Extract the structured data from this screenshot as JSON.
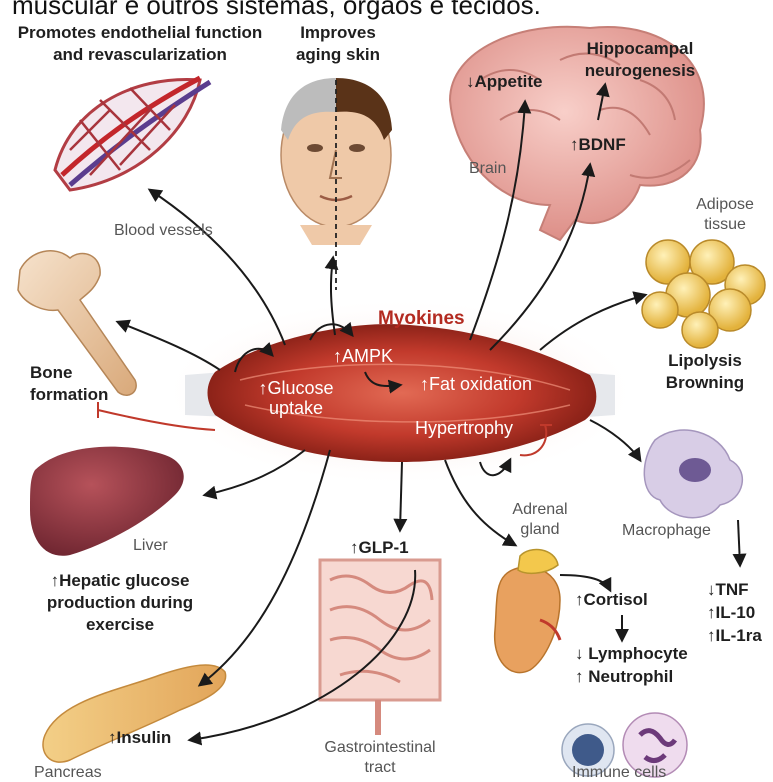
{
  "header": {
    "caption": "muscular e outros sistemas, órgãos e tecidos."
  },
  "center": {
    "myokines": "Myokines",
    "ampk": "↑AMPK",
    "glucose_uptake": "↑Glucose\nuptake",
    "fat_oxidation": "↑Fat oxidation",
    "hypertrophy": "Hypertrophy"
  },
  "blood_vessels": {
    "effect": "Promotes endothelial function\nand revascularization",
    "label": "Blood vessels"
  },
  "skin": {
    "effect": "Improves\naging skin"
  },
  "brain": {
    "appetite": "↓Appetite",
    "neurogenesis": "Hippocampal\nneurogenesis",
    "bdnf": "↑BDNF",
    "label": "Brain"
  },
  "adipose": {
    "label": "Adipose\ntissue",
    "effect": "Lipolysis\nBrowning"
  },
  "bone": {
    "effect": "Bone\nformation"
  },
  "macrophage": {
    "label": "Macrophage",
    "tnf": "↓TNF",
    "il10": "↑IL-10",
    "il1ra": "↑IL-1ra"
  },
  "liver": {
    "label": "Liver",
    "effect": "↑Hepatic glucose\nproduction during\nexercise"
  },
  "gi": {
    "glp1": "↑GLP-1",
    "label": "Gastrointestinal\ntract"
  },
  "adrenal": {
    "label": "Adrenal\ngland",
    "cortisol": "↑Cortisol",
    "lymphocyte": "↓ Lymphocyte",
    "neutrophil": "↑ Neutrophil",
    "immune_label": "Immune cells"
  },
  "pancreas": {
    "label": "Pancreas",
    "insulin": "↑Insulin"
  },
  "colors": {
    "muscle": "#c23a2c",
    "muscle_dark": "#8e2017",
    "tendon": "#e6e8ec",
    "arrow": "#1a1a1a",
    "inhibit": "#c0392b",
    "brain": "#efb2ad",
    "liver": "#9a3c44",
    "gut": "#f1c0b6",
    "fat": "#f1d068",
    "bone": "#ecd0b2"
  }
}
